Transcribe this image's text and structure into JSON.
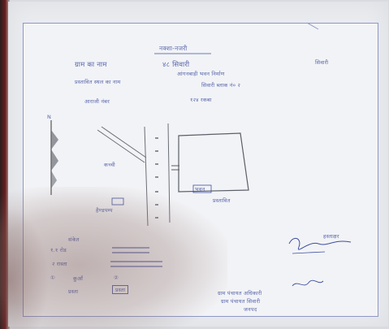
{
  "document": {
    "heading": "नक्शा-नजरी",
    "line1_label": "ग्राम का नाम",
    "line1_value": "४८ सिवारी",
    "line1_right": "सिवारी",
    "line2_label": "प्रस्तावित स्थल का नाम",
    "line2_value": "आंगनबाड़ी भवन निर्माण",
    "line2_sub": "सिवारी ब्लाक नं० २",
    "line3_label": "आराजी नंबर",
    "line3_value": "१२४ रकबा",
    "north_label": "N",
    "map_label_road": "कच्ची",
    "map_label_bottom": "हैण्डपम्प",
    "map_label_building": "भवन",
    "map_label_right": "प्रस्तावित",
    "legend_title": "संकेत",
    "legend_row1": "१.१ रोड",
    "legend_row2": "२ रास्ता",
    "legend_row3_circle_left": "①",
    "legend_row3_text": "कुआँ",
    "legend_row3_circle_right": "②",
    "legend_row4_left": "प्रस्ता",
    "legend_row4_box": "प्रस्ता",
    "signature_top": "हस्ताक्षर",
    "stamp_line1": "ग्राम पंचायत अधिकारी",
    "stamp_line2": "ग्राम पंचायत सिवारी",
    "stamp_line3": "जनपद"
  },
  "colors": {
    "ink": "#3f4fa0",
    "paper": "#f2f3f6",
    "pencil": "#6b6e78"
  }
}
